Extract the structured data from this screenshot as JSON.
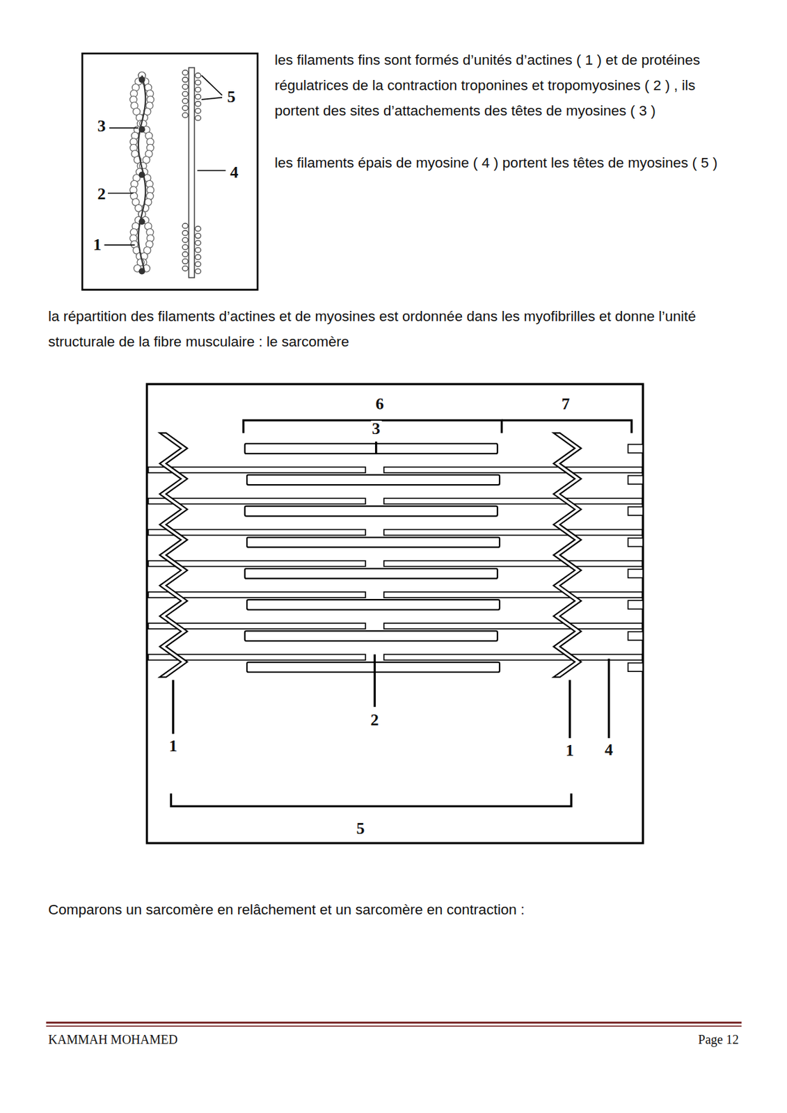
{
  "diagram": {
    "labels": [
      "les filaments fins sont formés d’unités d’actines ( 1 ) et de protéines régulatrices de la contraction troponines et tropomyosines ( 2 ) , ils portent des sites d’attachements des têtes de myosines ( 3 )",
      "les filaments épais de myosine ( 4 ) portent les têtes de myosines ( 5 )",
      "3",
      "5",
      "4",
      "2",
      "1",
      "la répartition des filaments d’actines et de myosines est ordonnée dans les myofibrilles et donne l’unité structurale de la fibre musculaire : le sarcomère",
      "6",
      "7",
      "3",
      "2",
      "1",
      "1",
      "4",
      "5",
      "Comparons un sarcomère en relâchement et un sarcomère en contraction :",
      "KAMMAH MOHAMED",
      "Page 12"
    ]
  }
}
